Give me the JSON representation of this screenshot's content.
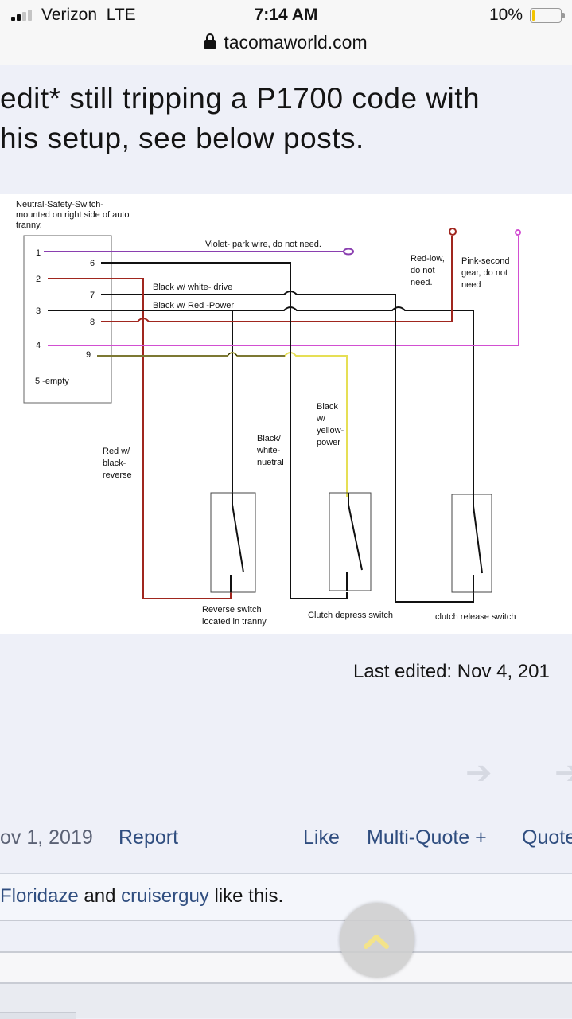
{
  "status_bar": {
    "carrier": "Verizon",
    "network": "LTE",
    "time": "7:14 AM",
    "battery_percent": "10%",
    "battery_level": 0.1,
    "signal_bars": 2,
    "url": "tacomaworld.com"
  },
  "post": {
    "edit_note": "edit* still tripping a P1700 code with\nhis setup, see below posts.",
    "last_edited": "Last edited: Nov 4, 201"
  },
  "diagram": {
    "title": "Neutral-Safety-Switch-\nmounted on right side of auto\ntranny.",
    "pins_left": [
      "1",
      "2",
      "3",
      "4",
      "5 -empty"
    ],
    "pins_right": [
      "6",
      "7",
      "8",
      "9"
    ],
    "labels": {
      "violet": "Violet- park wire, do not need.",
      "black_white_drive": "Black w/ white- drive",
      "black_red_power": "Black w/ Red -Power",
      "red_low": "Red-low,\ndo not\nneed.",
      "pink_second": "Pink-second\ngear, do not\nneed",
      "black_yellow": "Black\nw/\nyellow-\npower",
      "black_white_neutral": "Black/\nwhite-\nnuetral",
      "red_black_reverse": "Red w/\nblack-\nreverse",
      "reverse_switch": "Reverse switch\nlocated in tranny",
      "clutch_depress": "Clutch depress switch",
      "clutch_release": "clutch release switch"
    },
    "colors": {
      "violet": "#8a3fb0",
      "red": "#a0261e",
      "pink": "#d24fd2",
      "black": "#111111",
      "yellow": "#e6df55"
    }
  },
  "actions": {
    "date": "ov 1, 2019",
    "report": "Report",
    "like": "Like",
    "multiquote": "Multi-Quote +",
    "quote": "Quote"
  },
  "likes": {
    "user1": "Floridaze",
    "and": "and",
    "user2": "cruiserguy",
    "suffix": "like this."
  },
  "icons": {
    "back": "arrow-left-icon",
    "forward": "arrow-right-icon",
    "scroll_top": "chevron-up-icon",
    "lock": "lock-icon"
  }
}
